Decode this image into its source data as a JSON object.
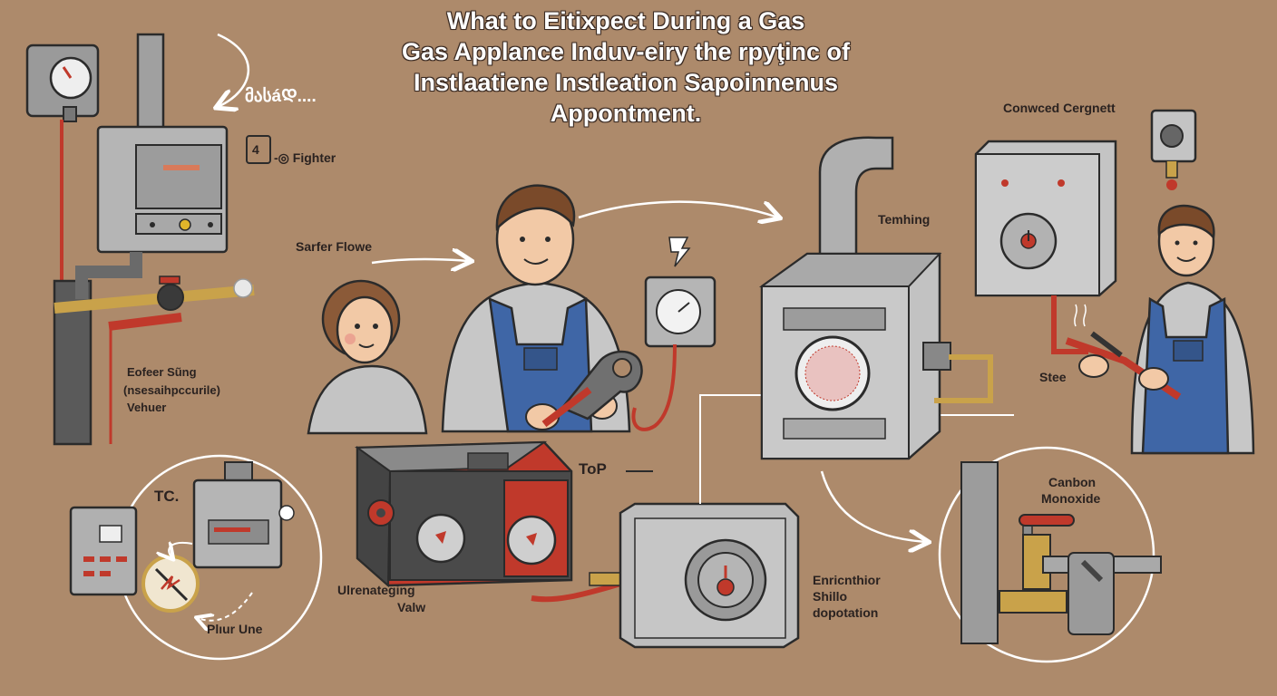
{
  "title": {
    "line1": "What to Eitixpect  During a Gas",
    "line2": "Gas Applance Induv-eiry the rpyţinc of",
    "line3": "Instlaatiene Instleation Sapoinnenus",
    "line4": "Appontment."
  },
  "labels": {
    "top_scribble": "მასáᲓ....",
    "fighter_icon": "4",
    "fighter": "-◎ Fighter",
    "safer_flowe": "Sarfer Flowe",
    "left_notes": [
      "Eofeer Sũng",
      "(nsesaihpccurile)",
      "Vehuer"
    ],
    "tc": "TC.",
    "plur_une": "Plıur Une",
    "top": "ToP",
    "ulrenateging": "Ulrenateging",
    "valw": "Valw",
    "temhing": "Temhing",
    "conwced_cergnett": "Conwced Cergnett",
    "stee": "Stee",
    "carbon_monoxide": [
      "Canbon",
      "Monoxide"
    ],
    "enrichter": [
      "Enricnthior",
      "Shillo",
      "dopotation"
    ]
  },
  "colors": {
    "background": "#ad8a6b",
    "metal": "#b9b9b9",
    "dark_metal": "#5a5a5a",
    "gas_red": "#c0392b",
    "brass": "#c9a24a",
    "overalls_blue": "#3f66a6",
    "outline": "#2b2b2b"
  },
  "icons": [
    "boiler-icon",
    "gas-meter-icon",
    "technician-icon",
    "customer-icon",
    "multimeter-icon",
    "furnace-icon",
    "control-valve-icon",
    "gas-valve-icon",
    "gear-icon",
    "thermostat-icon"
  ]
}
